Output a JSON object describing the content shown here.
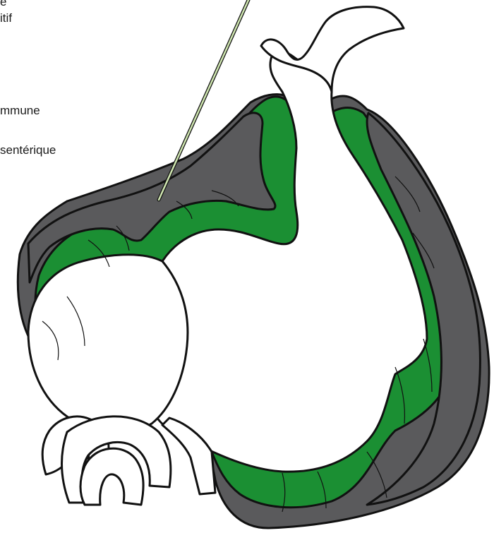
{
  "labels": [
    {
      "id": "label-top-1",
      "text": "e"
    },
    {
      "id": "label-top-2",
      "text": "itif"
    },
    {
      "id": "label-mid-1",
      "text": "mmune"
    },
    {
      "id": "label-mid-2",
      "text": "sentérique"
    }
  ],
  "colors": {
    "green": "#1b8f33",
    "grey": "#5a5a5c",
    "outline": "#111111",
    "probe": "#cfe6b0"
  }
}
